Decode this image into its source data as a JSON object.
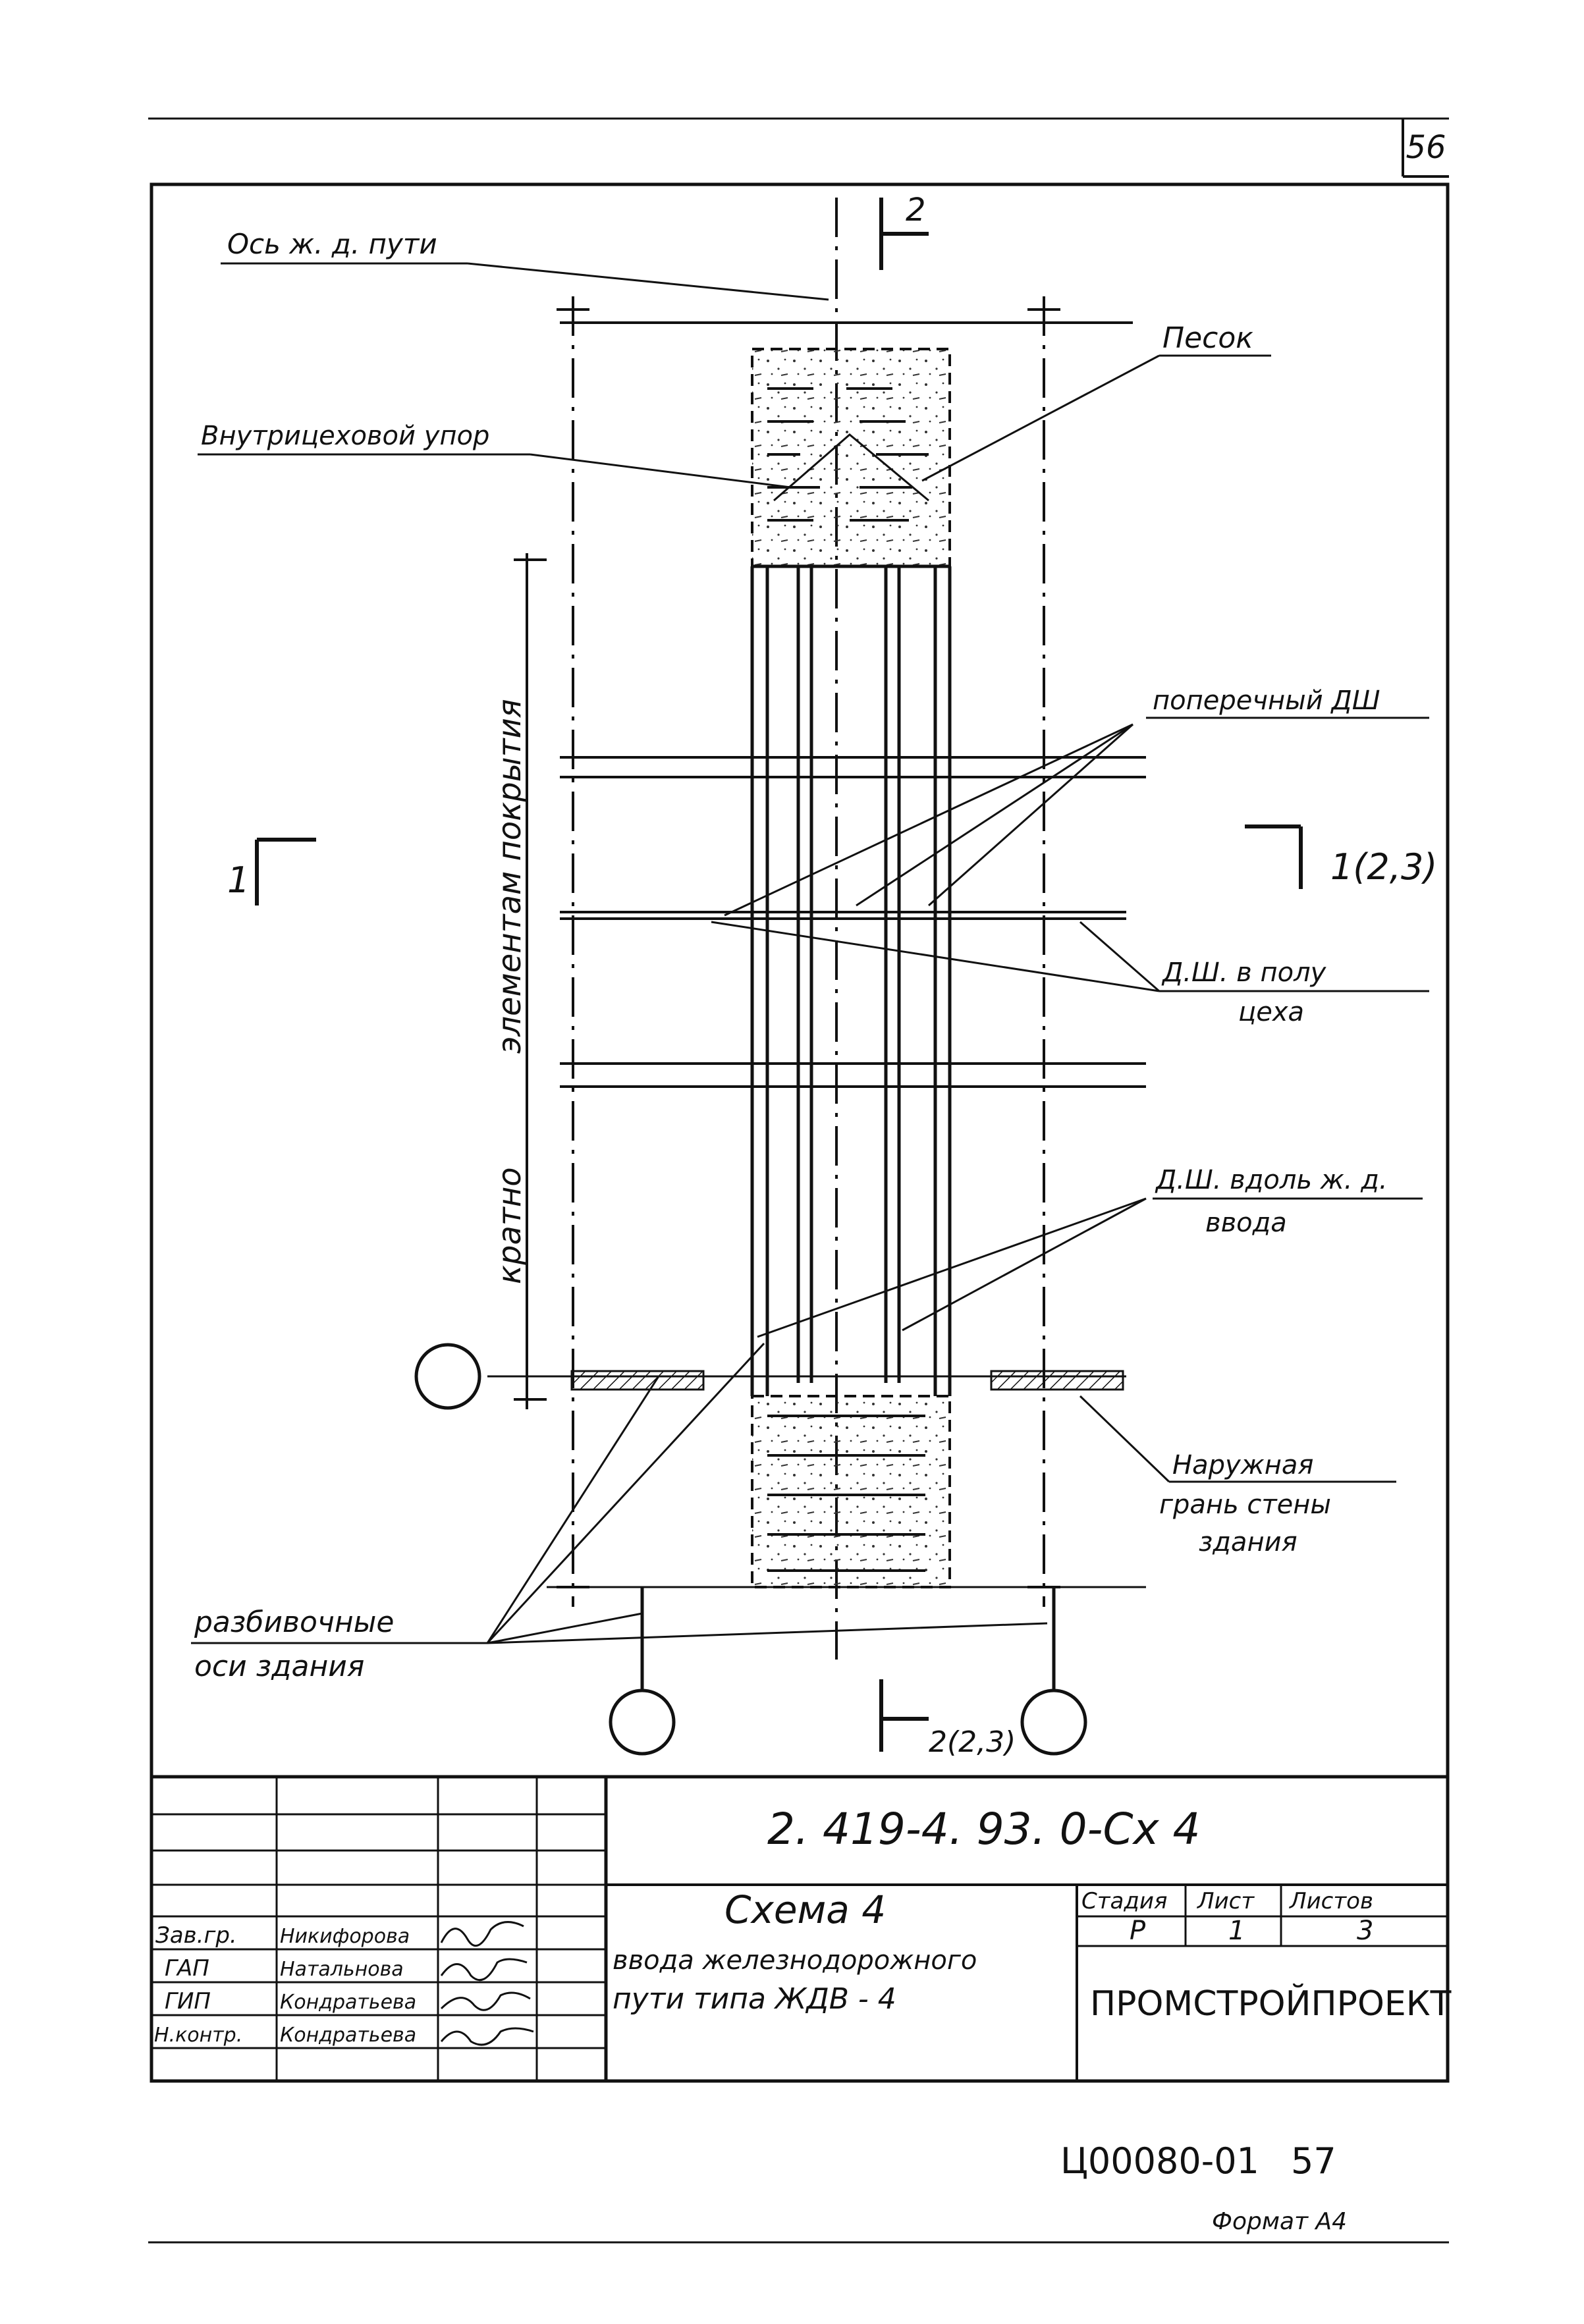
{
  "sheet": {
    "page_number": "56",
    "document_code": "2. 419-4. 93. 0-Сх 4",
    "archive_code": "Ц00080-01",
    "archive_page": "57",
    "format": "Формат А4"
  },
  "labels": {
    "track_axis": "Ось ж. д. пути",
    "sand": "Песок",
    "inner_stop": "Внутрицеховой упор",
    "transverse_joint": "поперечный ДШ",
    "floor_joint_line1": "Д.Ш. в полу",
    "floor_joint_line2": "цеха",
    "along_joint_line1": "Д.Ш. вдоль ж. д.",
    "along_joint_line2": "ввода",
    "outer_face_line1": "Наружная",
    "outer_face_line2": "грань стены",
    "outer_face_line3": "здания",
    "layout_axes_line1": "разбивочные",
    "layout_axes_line2": "оси здания",
    "vertical_note_upper": "элементам покрытия",
    "vertical_note_lower": "кратно",
    "section_1_left": "1",
    "section_1_right": "1(2,3)",
    "section_2_top": "2",
    "section_2_bottom": "2(2,3)"
  },
  "title_block": {
    "scheme_title": "Схема 4",
    "scheme_subtitle_line1": "ввода железнодорожного",
    "scheme_subtitle_line2": "пути типа ЖДВ - 4",
    "stage_header": "Стадия",
    "sheet_header": "Лист",
    "sheets_header": "Листов",
    "stage_value": "Р",
    "sheet_value": "1",
    "sheets_value": "3",
    "organization": "ПРОМСТРОЙПРОЕКТ",
    "signatures": [
      {
        "role": "Зав.гр.",
        "name": "Никифорова"
      },
      {
        "role": "ГАП",
        "name": "Натальнова"
      },
      {
        "role": "ГИП",
        "name": "Кондратьева"
      },
      {
        "role": "Н.контр.",
        "name": "Кондратьева"
      }
    ]
  }
}
